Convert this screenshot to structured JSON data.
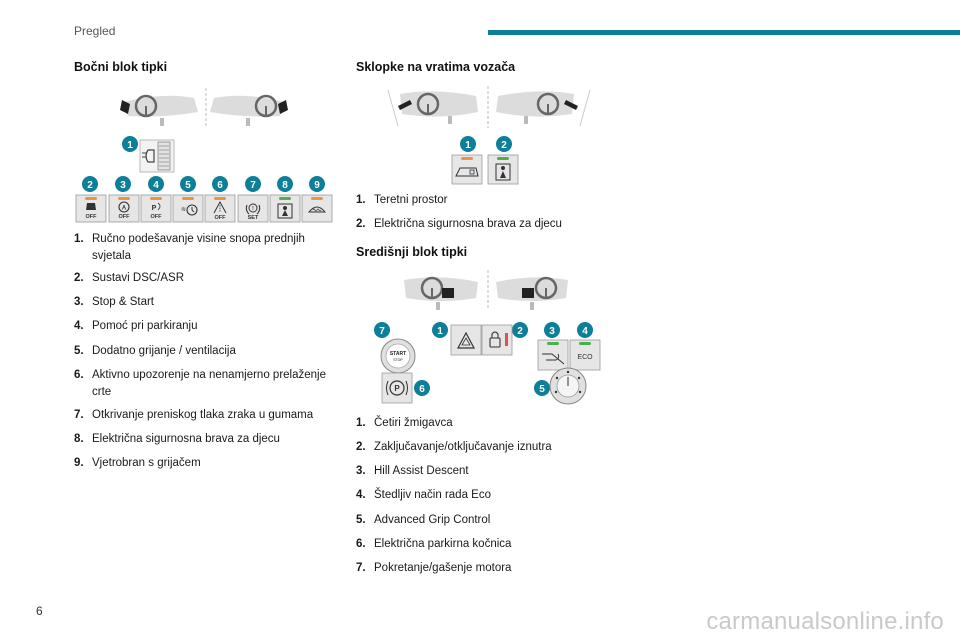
{
  "header": {
    "title": "Pregled",
    "accent_color": "#0e7f98"
  },
  "footer": {
    "page_number": "6",
    "watermark": "carmanualsonline.info"
  },
  "side_block": {
    "title": "Bočni blok tipki",
    "badges": [
      "1",
      "2",
      "3",
      "4",
      "5",
      "6",
      "7",
      "8",
      "9"
    ],
    "button_labels": {
      "dsc": "OFF",
      "stop_start": "OFF",
      "park": "OFF",
      "lane": "OFF",
      "tyre": "SET"
    },
    "items": [
      {
        "num": "1.",
        "text": "Ručno podešavanje visine snopa prednjih svjetala"
      },
      {
        "num": "2.",
        "text": "Sustavi DSC/ASR"
      },
      {
        "num": "3.",
        "text": "Stop & Start"
      },
      {
        "num": "4.",
        "text": "Pomoć pri parkiranju"
      },
      {
        "num": "5.",
        "text": "Dodatno grijanje / ventilacija"
      },
      {
        "num": "6.",
        "text": "Aktivno upozorenje na nenamjerno prelaženje crte"
      },
      {
        "num": "7.",
        "text": "Otkrivanje preniskog tlaka zraka u gumama"
      },
      {
        "num": "8.",
        "text": "Električna sigurnosna brava za djecu"
      },
      {
        "num": "9.",
        "text": "Vjetrobran s grijačem"
      }
    ]
  },
  "door_block": {
    "title": "Sklopke na vratima vozača",
    "badges": [
      "1",
      "2"
    ],
    "items": [
      {
        "num": "1.",
        "text": "Teretni prostor"
      },
      {
        "num": "2.",
        "text": "Električna sigurnosna brava za djecu"
      }
    ]
  },
  "center_block": {
    "title": "Središnji blok tipki",
    "badges": [
      "1",
      "2",
      "3",
      "4",
      "5",
      "6",
      "7"
    ],
    "button_labels": {
      "eco": "ECO",
      "start": "START",
      "stop": "STOP",
      "park": "P"
    },
    "items": [
      {
        "num": "1.",
        "text": "Četiri žmigavca"
      },
      {
        "num": "2.",
        "text": "Zaključavanje/otključavanje iznutra"
      },
      {
        "num": "3.",
        "text": "Hill Assist Descent"
      },
      {
        "num": "4.",
        "text": "Štedljiv način rada Eco"
      },
      {
        "num": "5.",
        "text": "Advanced Grip Control"
      },
      {
        "num": "6.",
        "text": "Električna parkirna kočnica"
      },
      {
        "num": "7.",
        "text": "Pokretanje/gašenje motora"
      }
    ]
  },
  "colors": {
    "badge": "#0e7f98",
    "led_orange": "#e8954a",
    "led_green": "#4caf50",
    "button_bg": "#e6e6e6",
    "dash": "#cfcfcf"
  }
}
